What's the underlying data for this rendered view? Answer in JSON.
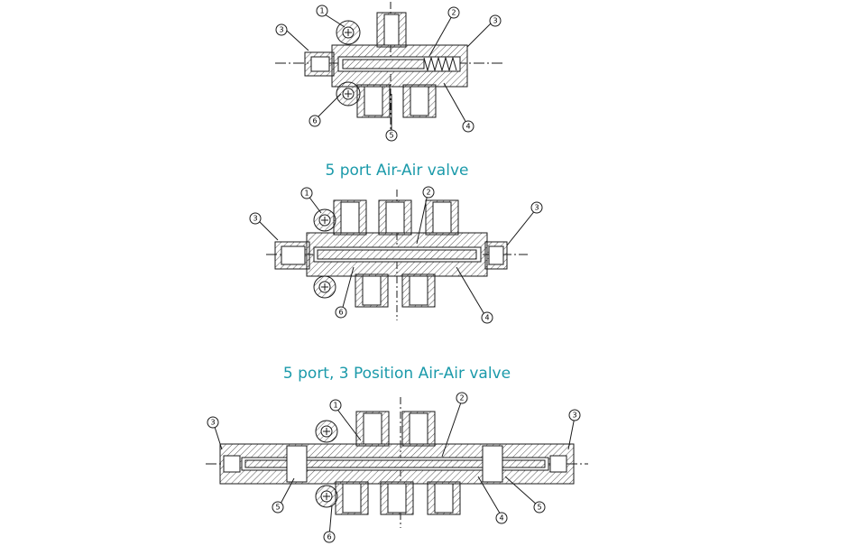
{
  "colors": {
    "caption": "#1b9aaa",
    "line": "#1a1a1a",
    "hatch": "#555555"
  },
  "captions": {
    "valve_2": "5 port Air-Air valve",
    "valve_3": "5 port, 3 Position Air-Air valve"
  },
  "callouts": {
    "valve_1": [
      "1",
      "2",
      "3",
      "3",
      "4",
      "5",
      "6"
    ],
    "valve_2": [
      "1",
      "2",
      "3",
      "3",
      "4",
      "6"
    ],
    "valve_3": [
      "1",
      "2",
      "3",
      "3",
      "4",
      "5",
      "5",
      "6"
    ]
  }
}
